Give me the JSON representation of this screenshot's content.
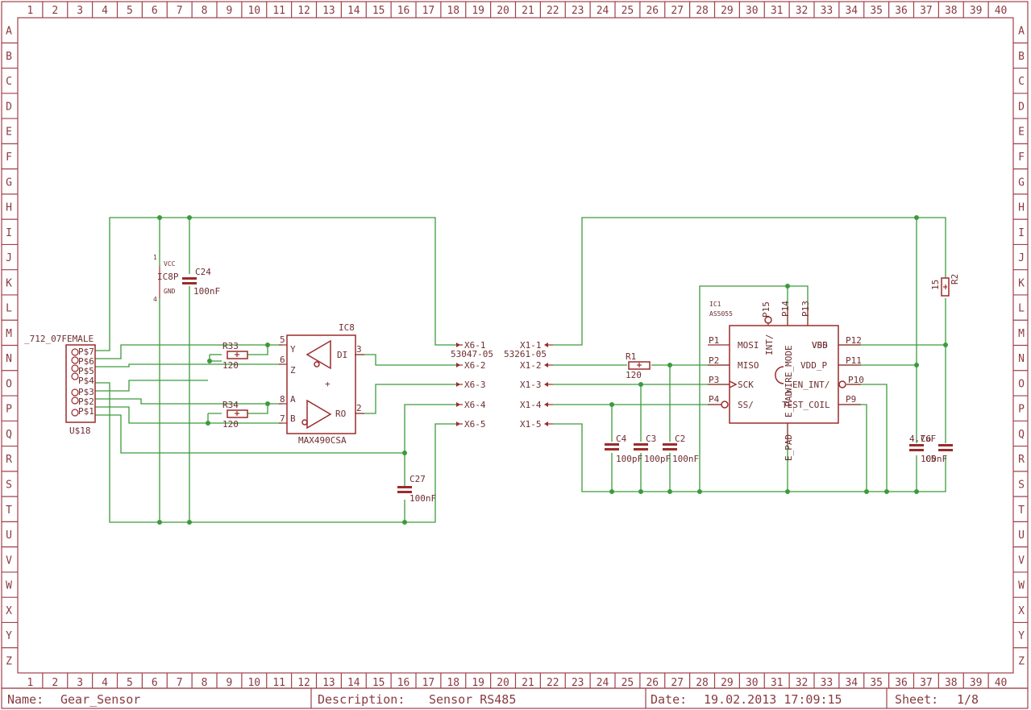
{
  "sheet": {
    "columns": [
      "1",
      "2",
      "3",
      "4",
      "5",
      "6",
      "7",
      "8",
      "9",
      "10",
      "11",
      "12",
      "13",
      "14",
      "15",
      "16",
      "17",
      "18",
      "19",
      "20",
      "21",
      "22",
      "23",
      "24",
      "25",
      "26",
      "27",
      "28",
      "29",
      "30",
      "31",
      "32",
      "33",
      "34",
      "35",
      "36",
      "37",
      "38",
      "39",
      "40"
    ],
    "rows": [
      "A",
      "B",
      "C",
      "D",
      "E",
      "F",
      "G",
      "H",
      "I",
      "J",
      "K",
      "L",
      "M",
      "N",
      "O",
      "P",
      "Q",
      "R",
      "S",
      "T",
      "U",
      "V",
      "W",
      "X",
      "Y",
      "Z"
    ]
  },
  "title_block": {
    "name_label": "Name:",
    "name_value": "Gear_Sensor",
    "description_label": "Description:",
    "description_value": "Sensor RS485",
    "date_label": "Date:",
    "date_value": "19.02.2013 17:09:15",
    "sheet_label": "Sheet:",
    "sheet_value": "1/8"
  },
  "parts": {
    "connector": {
      "name": "U$18",
      "value": "_712_07FEMALE",
      "pins": [
        "P$7",
        "P$6",
        "P$5",
        "P$4",
        "P$3",
        "P$2",
        "P$1"
      ]
    },
    "supply": {
      "name": "IC8P",
      "pin1": "1",
      "pin1_label": "VCC",
      "pin4": "4",
      "pin4_label": "GND"
    },
    "c24": {
      "name": "C24",
      "value": "100nF"
    },
    "r33": {
      "name": "R33",
      "value": "120"
    },
    "r34": {
      "name": "R34",
      "value": "120"
    },
    "ic8": {
      "name": "IC8",
      "value": "MAX490CSA",
      "pin_y": "Y",
      "pin_z": "Z",
      "pin_di": "DI",
      "pin_a": "A",
      "pin_b": "B",
      "pin_ro": "RO",
      "num5": "5",
      "num6": "6",
      "num3": "3",
      "num8": "8",
      "num7": "7",
      "num2": "2"
    },
    "c27": {
      "name": "C27",
      "value": "100nF"
    },
    "x6": {
      "value": "53047-05",
      "pins": [
        "X6-1",
        "X6-2",
        "X6-3",
        "X6-4",
        "X6-5"
      ]
    },
    "x1": {
      "value": "53261-05",
      "pins": [
        "X1-1",
        "X1-2",
        "X1-3",
        "X1-4",
        "X1-5"
      ]
    },
    "r1": {
      "name": "R1",
      "value": "120"
    },
    "c4": {
      "name": "C4",
      "value": "100pF"
    },
    "c3": {
      "name": "C3",
      "value": "100pF"
    },
    "c2": {
      "name": "C2",
      "value": "100nF"
    },
    "ic1": {
      "name": "IC1",
      "value": "AS5055",
      "left_pins": [
        "P1",
        "P2",
        "P3",
        "P4"
      ],
      "left_labels": [
        "MOSI",
        "MISO",
        "SCK",
        "SS/"
      ],
      "right_pins": [
        "P12",
        "P11",
        "P10",
        "P9"
      ],
      "right_labels": [
        "VDD",
        "VDD_P",
        "EN_INT/",
        "TEST_COIL"
      ],
      "top_pins": [
        "P15",
        "P14",
        "P13"
      ],
      "inner_labels": [
        "INT/",
        "WIRE_MODE",
        "VSS",
        "E_PAD",
        "E_PAD"
      ]
    },
    "r2": {
      "name": "R2",
      "value": "15"
    },
    "c6": {
      "name": "C6",
      "value": "4.7uF"
    },
    "c5": {
      "name": "C5",
      "value": "100nF"
    }
  }
}
